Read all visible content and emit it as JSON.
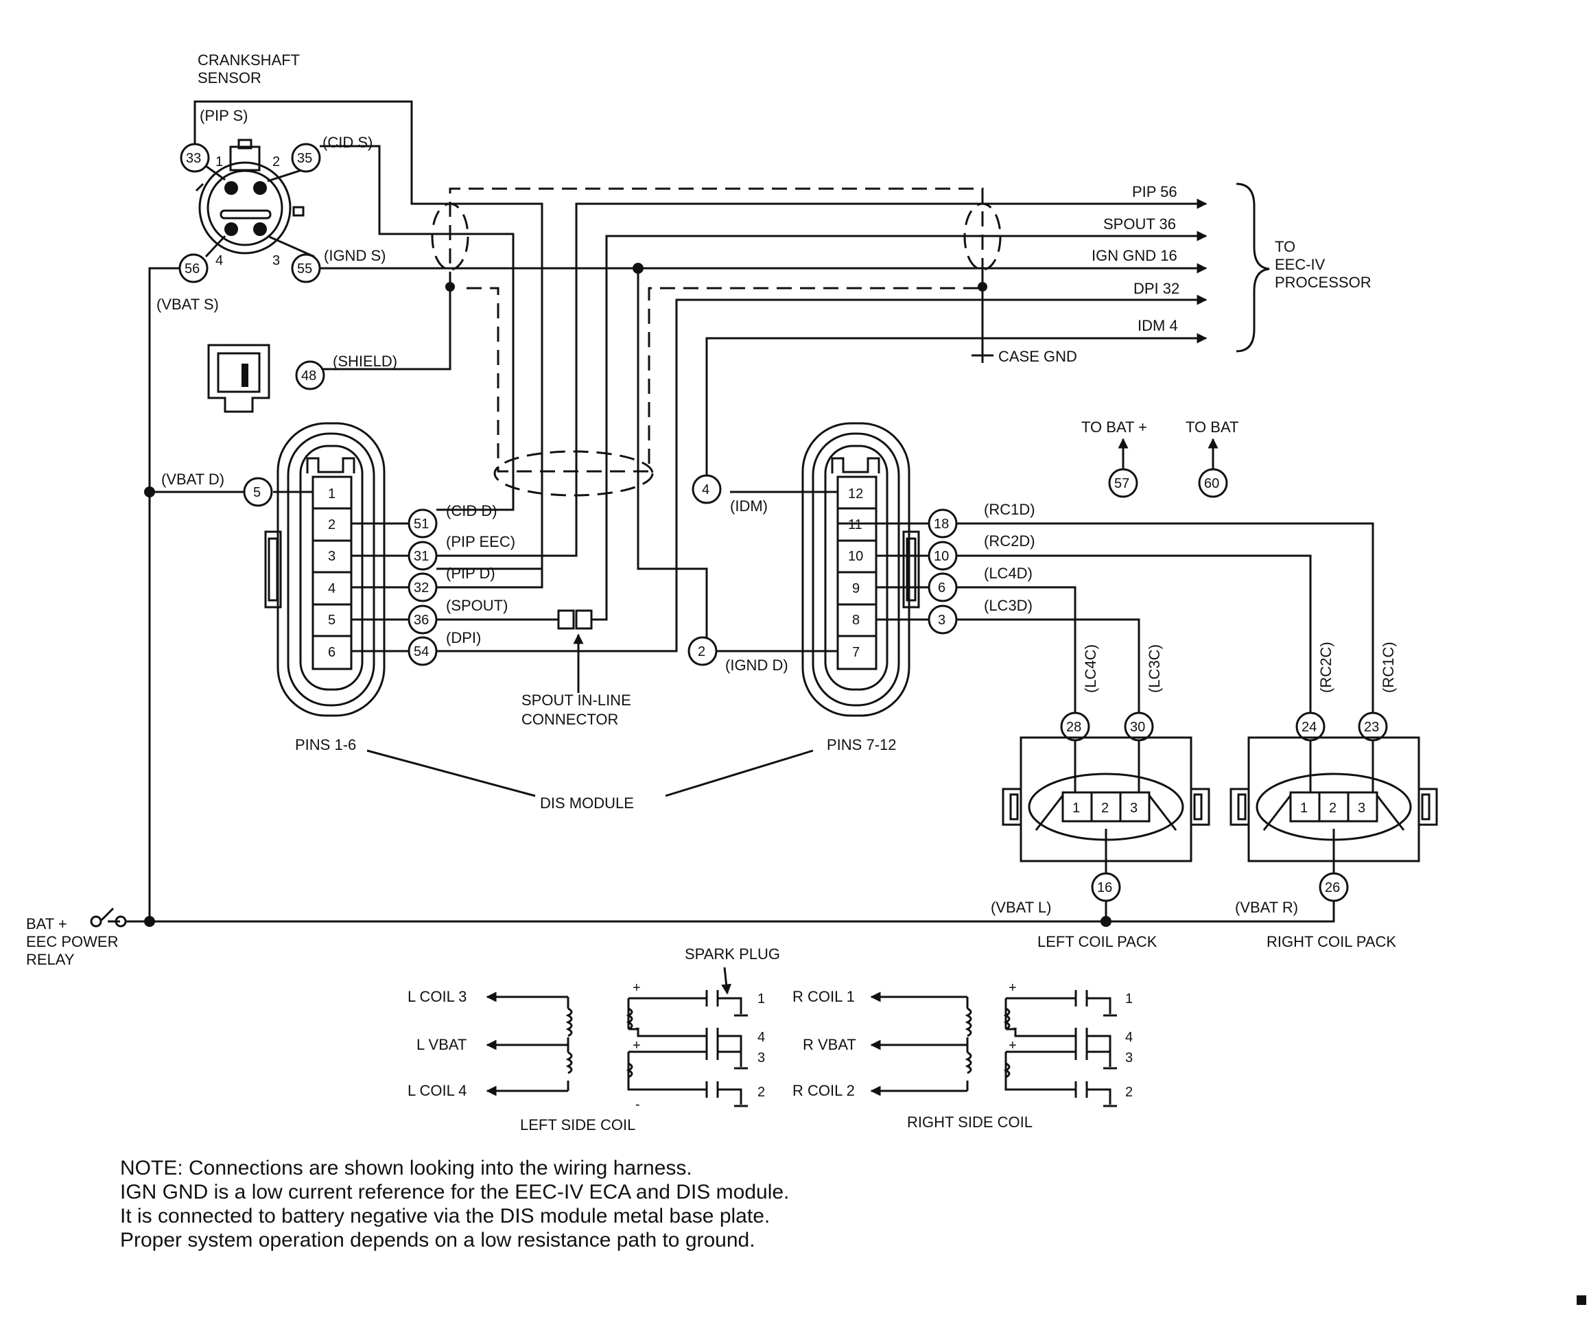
{
  "labels": {
    "crank_1": "CRANKSHAFT",
    "crank_2": "SENSOR",
    "pip_s": "(PIP S)",
    "cid_s": "(CID S)",
    "ignd_s": "(IGND S)",
    "vbat_s": "(VBAT S)",
    "shield": "(SHIELD)",
    "vbat_d": "(VBAT D)",
    "cid_d": "(CID D)",
    "pip_eec": "(PIP EEC)",
    "pip_d": "(PIP D)",
    "spout": "(SPOUT)",
    "dpi": "(DPI)",
    "idm": "(IDM)",
    "ignd_d": "(IGND D)",
    "rc1d": "(RC1D)",
    "rc2d": "(RC2D)",
    "lc4d": "(LC4D)",
    "lc3d": "(LC3D)",
    "lc4c": "(LC4C)",
    "lc3c": "(LC3C)",
    "rc2c": "(RC2C)",
    "rc1c": "(RC1C)",
    "pip56": "PIP 56",
    "spout36": "SPOUT 36",
    "igngnd16": "IGN GND 16",
    "dpi32": "DPI 32",
    "idm4": "IDM 4",
    "case_gnd": "CASE GND",
    "to_1": "TO",
    "to_2": "EEC-IV",
    "to_3": "PROCESSOR",
    "to_bat_plus": "TO BAT +",
    "to_bat": "TO BAT",
    "spout_conn_1": "SPOUT IN-LINE",
    "spout_conn_2": "CONNECTOR",
    "pins_1_6": "PINS 1-6",
    "pins_7_12": "PINS 7-12",
    "dis_module": "DIS MODULE",
    "bat_1": "BAT +",
    "bat_2": "EEC POWER",
    "bat_3": "RELAY",
    "vbat_l": "(VBAT L)",
    "vbat_r": "(VBAT R)",
    "left_coil_pack": "LEFT COIL PACK",
    "right_coil_pack": "RIGHT COIL PACK",
    "spark_plug": "SPARK PLUG",
    "l_coil3": "L COIL 3",
    "l_vbat": "L VBAT",
    "l_coil4": "L COIL 4",
    "r_coil1": "R COIL 1",
    "r_vbat": "R VBAT",
    "r_coil2": "R COIL 2",
    "left_side_coil": "LEFT SIDE COIL",
    "right_side_coil": "RIGHT SIDE COIL",
    "plug_1": "1",
    "plug_4": "4",
    "plug_3": "3",
    "plug_2": "2",
    "plus": "+",
    "minus": "-",
    "sensor_pin_1": "1",
    "sensor_pin_2": "2",
    "sensor_pin_3": "3",
    "sensor_pin_4": "4"
  },
  "circuits": {
    "c33": "33",
    "c35": "35",
    "c56": "56",
    "c55": "55",
    "c48": "48",
    "c5": "5",
    "c51": "51",
    "c31": "31",
    "c32": "32",
    "c36": "36",
    "c54": "54",
    "c4": "4",
    "c2": "2",
    "c18": "18",
    "c10": "10",
    "c6": "6",
    "c3": "3",
    "c57": "57",
    "c60": "60",
    "c28": "28",
    "c30": "30",
    "c24": "24",
    "c23": "23",
    "c16": "16",
    "c26": "26"
  },
  "dis_pins": {
    "p1": "1",
    "p2": "2",
    "p3": "3",
    "p4": "4",
    "p5": "5",
    "p6": "6",
    "p7": "7",
    "p8": "8",
    "p9": "9",
    "p10": "10",
    "p11": "11",
    "p12": "12"
  },
  "coil_pins": {
    "t1": "1",
    "t2": "2",
    "t3": "3"
  },
  "note": [
    "NOTE: Connections are shown looking into the wiring harness.",
    "IGN GND is a low current reference for the EEC-IV ECA and DIS module.",
    "It is connected to battery negative via the DIS module metal base plate.",
    "Proper system operation depends on a low resistance path to ground."
  ]
}
